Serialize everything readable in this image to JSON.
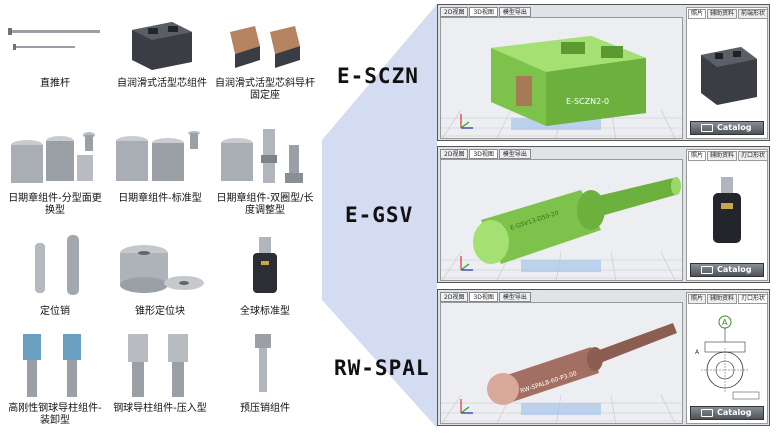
{
  "products": [
    {
      "caption": "直推杆"
    },
    {
      "caption": "自润滑式活型芯组件"
    },
    {
      "caption": "自润滑式活型芯斜导杆固定座"
    },
    {
      "caption": "日期章组件-分型面更换型"
    },
    {
      "caption": "日期章组件-标准型"
    },
    {
      "caption": "日期章组件-双圈型/长度调整型"
    },
    {
      "caption": "定位销"
    },
    {
      "caption": "锥形定位块"
    },
    {
      "caption": "全球标准型"
    },
    {
      "caption": "高刚性钢球导柱组件-装卸型"
    },
    {
      "caption": "钢球导柱组件-压入型"
    },
    {
      "caption": "预压销组件"
    }
  ],
  "labels": {
    "sczn": "E-SCZN",
    "gsv": "E-GSV",
    "spal": "RW-SPAL"
  },
  "viewers": [
    {
      "tabs": [
        "2D视图",
        "3D视图",
        "模型导出"
      ],
      "side_tabs": [
        "照片",
        "辅助资料",
        "前端形状"
      ],
      "model_text": "E-SCZN2-0",
      "catalog": "Catalog"
    },
    {
      "tabs": [
        "2D视图",
        "3D视图",
        "模型导出"
      ],
      "side_tabs": [
        "照片",
        "辅助资料",
        "刃口形状"
      ],
      "model_text": "E-GSV13-D50-20",
      "catalog": "Catalog"
    },
    {
      "tabs": [
        "2D视图",
        "3D视图",
        "模型导出"
      ],
      "side_tabs": [
        "照片",
        "辅助资料",
        "刃口形状"
      ],
      "model_text": "RW-SPAL8-60-P3.00",
      "catalog": "Catalog",
      "drawing_marks": [
        "A",
        "A"
      ]
    }
  ],
  "colors": {
    "model_green": "#8fd35b",
    "model_brown": "#b07b6c",
    "wedge_blue": "#cfd8ee"
  }
}
